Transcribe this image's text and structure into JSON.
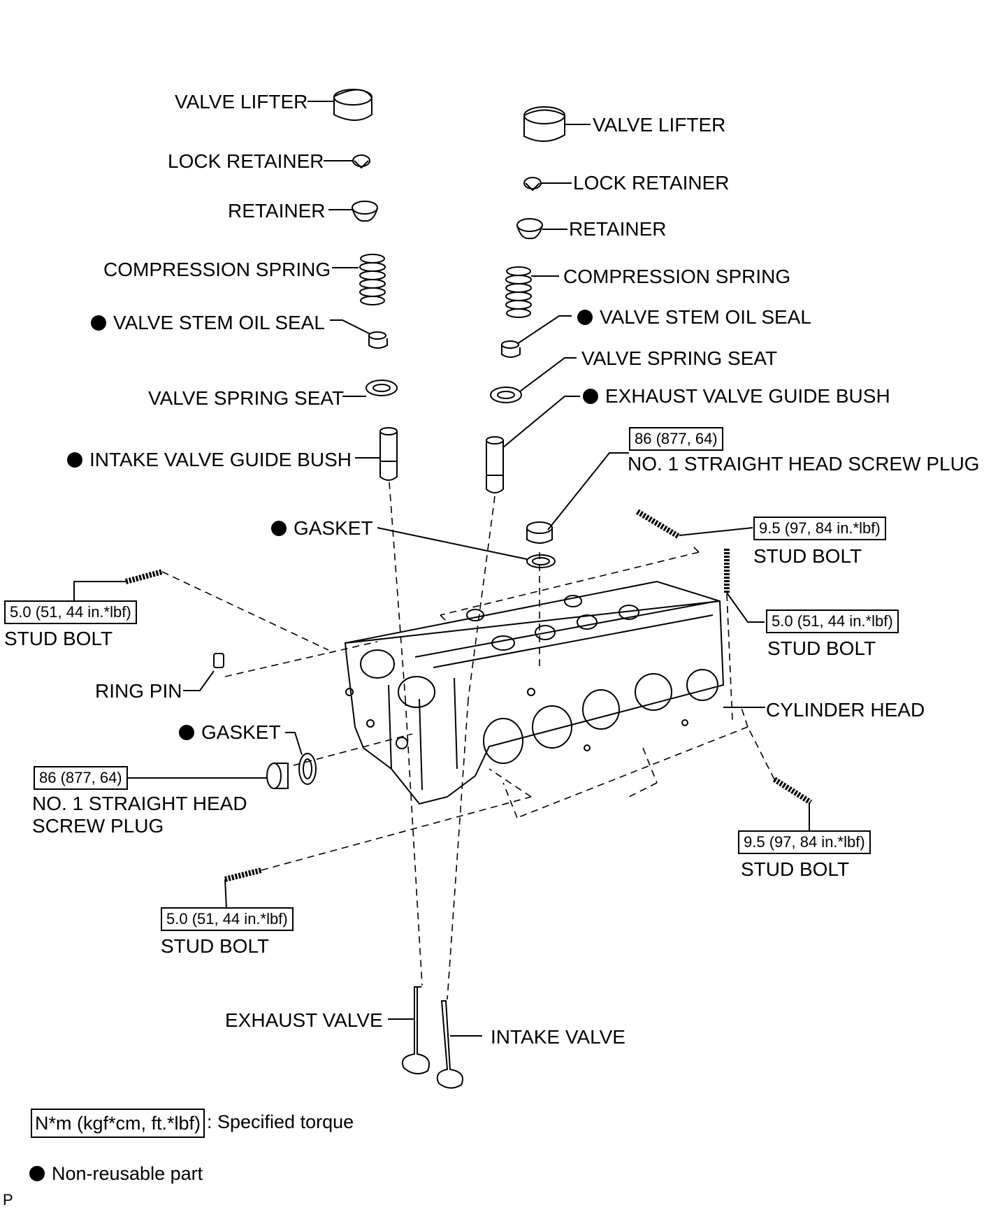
{
  "labels": {
    "valve_lifter_left": "VALVE LIFTER",
    "lock_retainer_left": "LOCK RETAINER",
    "retainer_left": "RETAINER",
    "compression_spring_left": "COMPRESSION SPRING",
    "valve_stem_oil_seal_left": "VALVE STEM OIL SEAL",
    "valve_spring_seat_left": "VALVE SPRING SEAT",
    "intake_valve_guide_bush": "INTAKE VALVE GUIDE BUSH",
    "valve_lifter_right": "VALVE LIFTER",
    "lock_retainer_right": "LOCK RETAINER",
    "retainer_right": "RETAINER",
    "compression_spring_right": "COMPRESSION SPRING",
    "valve_stem_oil_seal_right": "VALVE STEM OIL SEAL",
    "valve_spring_seat_right": "VALVE SPRING SEAT",
    "exhaust_valve_guide_bush": "EXHAUST VALVE GUIDE BUSH",
    "screw_plug_top": "NO. 1 STRAIGHT HEAD SCREW PLUG",
    "gasket_top": "GASKET",
    "stud_bolt_top_right": "STUD BOLT",
    "stud_bolt_right_mid": "STUD BOLT",
    "stud_bolt_left_top": "STUD BOLT",
    "ring_pin": "RING PIN",
    "cylinder_head": "CYLINDER HEAD",
    "gasket_left": "GASKET",
    "screw_plug_left_line1": "NO. 1 STRAIGHT HEAD",
    "screw_plug_left_line2": "SCREW PLUG",
    "stud_bolt_bottom_right": "STUD BOLT",
    "stud_bolt_bottom_left": "STUD BOLT",
    "exhaust_valve": "EXHAUST VALVE",
    "intake_valve": "INTAKE VALVE"
  },
  "torques": {
    "screw_plug_top": "86 (877, 64)",
    "stud_bolt_top_right": "9.5 (97, 84 in.*lbf)",
    "stud_bolt_right_mid": "5.0 (51, 44 in.*lbf)",
    "stud_bolt_left_top": "5.0 (51, 44 in.*lbf)",
    "screw_plug_left": "86 (877, 64)",
    "stud_bolt_bottom_right": "9.5 (97, 84 in.*lbf)",
    "stud_bolt_bottom_left": "5.0 (51, 44 in.*lbf)"
  },
  "legend": {
    "torque_unit": "N*m (kgf*cm, ft.*lbf)",
    "torque_desc": ": Specified torque",
    "non_reusable": "Non-reusable part"
  },
  "corner_mark": "P"
}
